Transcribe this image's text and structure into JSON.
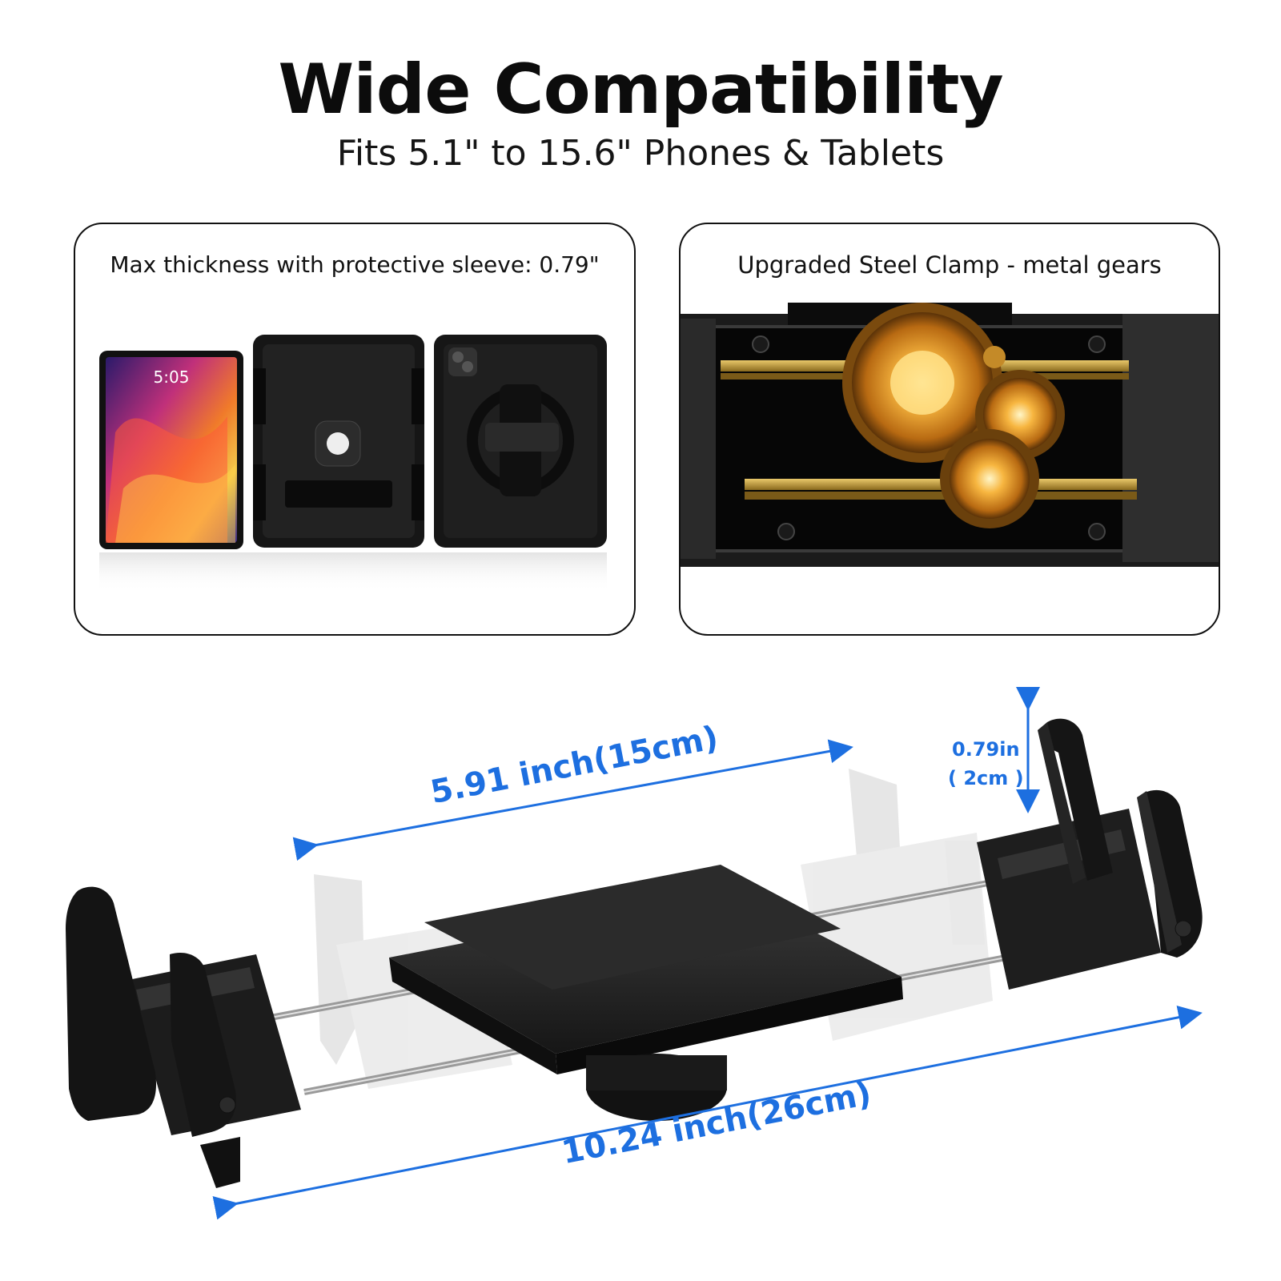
{
  "header": {
    "title": "Wide Compatibility",
    "subtitle": "Fits 5.1\" to 15.6\" Phones & Tablets"
  },
  "panel_left": {
    "caption": "Max thickness with protective sleeve: 0.79\"",
    "tablet_time": "5:05"
  },
  "panel_right": {
    "caption": "Upgraded Steel Clamp - metal gears"
  },
  "dimensions": {
    "span_label": "5.91 inch(15cm)",
    "total_label": "10.24 inch(26cm)",
    "thickness_in": "0.79in",
    "thickness_cm": "( 2cm )"
  },
  "colors": {
    "accent_blue": "#1d6fe0",
    "product_black": "#1a1a1a",
    "gear_gold": "#f0a53a"
  }
}
